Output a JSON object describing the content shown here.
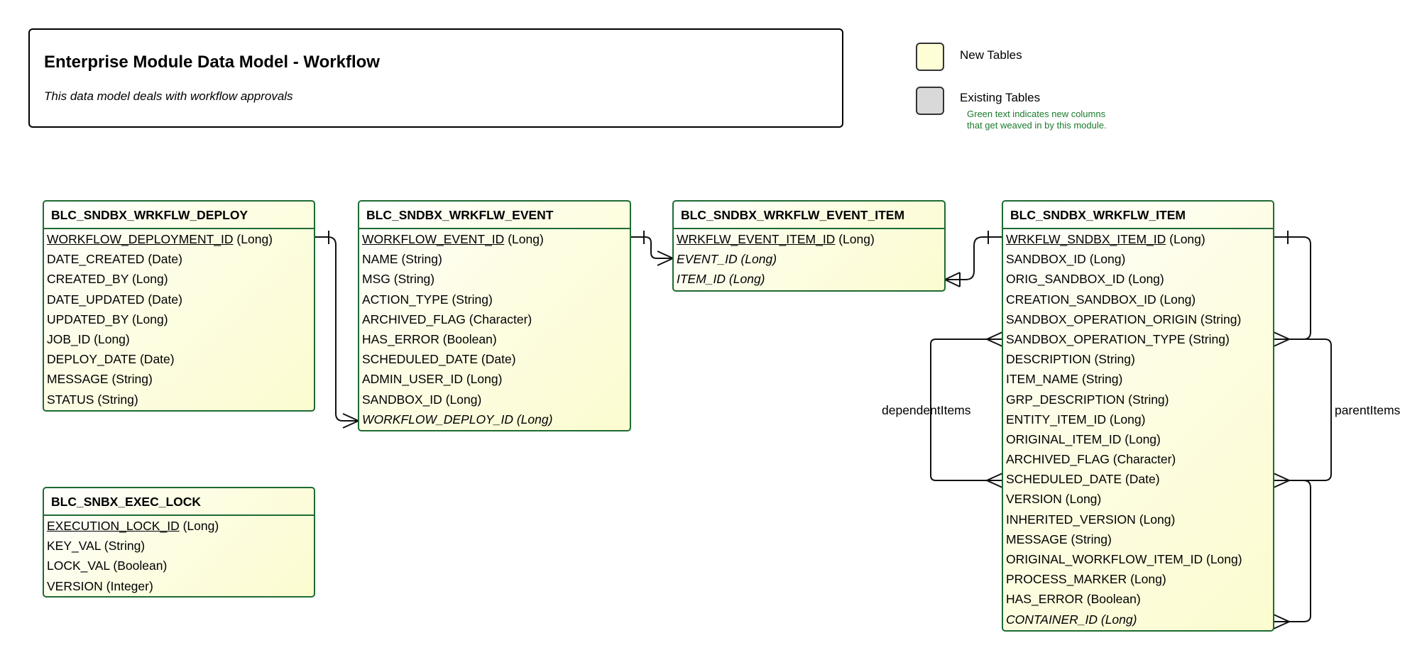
{
  "header": {
    "title": "Enterprise Module Data Model - Workflow",
    "subtitle": "This data model deals with workflow approvals"
  },
  "legend": {
    "new_label": "New Tables",
    "existing_label": "Existing Tables",
    "note_line1": "Green text indicates new columns",
    "note_line2": "that get weaved in by this module.",
    "new_color": "#fdfdd6",
    "existing_color": "#d9d9d9",
    "note_color": "#1b7a2e"
  },
  "tables": [
    {
      "id": "deploy",
      "name": "BLC_SNDBX_WRKFLW_DEPLOY",
      "columns": [
        {
          "name": "WORKFLOW_DEPLOYMENT_ID",
          "type": "(Long)",
          "pk": true
        },
        {
          "name": "DATE_CREATED",
          "type": "(Date)"
        },
        {
          "name": "CREATED_BY",
          "type": "(Long)"
        },
        {
          "name": "DATE_UPDATED",
          "type": "(Date)"
        },
        {
          "name": "UPDATED_BY",
          "type": "(Long)"
        },
        {
          "name": "JOB_ID",
          "type": "(Long)"
        },
        {
          "name": "DEPLOY_DATE",
          "type": "(Date)"
        },
        {
          "name": "MESSAGE",
          "type": "(String)"
        },
        {
          "name": "STATUS",
          "type": "(String)"
        }
      ]
    },
    {
      "id": "event",
      "name": "BLC_SNDBX_WRKFLW_EVENT",
      "columns": [
        {
          "name": "WORKFLOW_EVENT_ID",
          "type": "(Long)",
          "pk": true
        },
        {
          "name": "NAME",
          "type": "(String)"
        },
        {
          "name": "MSG",
          "type": "(String)"
        },
        {
          "name": "ACTION_TYPE",
          "type": "(String)"
        },
        {
          "name": "ARCHIVED_FLAG",
          "type": "(Character)"
        },
        {
          "name": "HAS_ERROR",
          "type": "(Boolean)"
        },
        {
          "name": "SCHEDULED_DATE",
          "type": "(Date)"
        },
        {
          "name": "ADMIN_USER_ID",
          "type": "(Long)"
        },
        {
          "name": "SANDBOX_ID",
          "type": "(Long)"
        },
        {
          "name": "WORKFLOW_DEPLOY_ID",
          "type": "(Long)",
          "fk": true
        }
      ]
    },
    {
      "id": "event_item",
      "name": "BLC_SNDBX_WRKFLW_EVENT_ITEM",
      "columns": [
        {
          "name": "WRKFLW_EVENT_ITEM_ID",
          "type": "(Long)",
          "pk": true
        },
        {
          "name": "EVENT_ID",
          "type": "(Long)",
          "fk": true
        },
        {
          "name": "ITEM_ID",
          "type": "(Long)",
          "fk": true
        }
      ]
    },
    {
      "id": "item",
      "name": "BLC_SNDBX_WRKFLW_ITEM",
      "columns": [
        {
          "name": "WRKFLW_SNDBX_ITEM_ID",
          "type": "(Long)",
          "pk": true
        },
        {
          "name": "SANDBOX_ID",
          "type": "(Long)"
        },
        {
          "name": "ORIG_SANDBOX_ID",
          "type": "(Long)"
        },
        {
          "name": "CREATION_SANDBOX_ID",
          "type": "(Long)"
        },
        {
          "name": "SANDBOX_OPERATION_ORIGIN",
          "type": "(String)"
        },
        {
          "name": "SANDBOX_OPERATION_TYPE",
          "type": "(String)"
        },
        {
          "name": "DESCRIPTION",
          "type": "(String)"
        },
        {
          "name": "ITEM_NAME",
          "type": "(String)"
        },
        {
          "name": "GRP_DESCRIPTION",
          "type": "(String)"
        },
        {
          "name": "ENTITY_ITEM_ID",
          "type": "(Long)"
        },
        {
          "name": "ORIGINAL_ITEM_ID",
          "type": "(Long)"
        },
        {
          "name": "ARCHIVED_FLAG",
          "type": "(Character)"
        },
        {
          "name": "SCHEDULED_DATE",
          "type": "(Date)"
        },
        {
          "name": "VERSION",
          "type": "(Long)"
        },
        {
          "name": "INHERITED_VERSION",
          "type": "(Long)"
        },
        {
          "name": "MESSAGE",
          "type": "(String)"
        },
        {
          "name": "ORIGINAL_WORKFLOW_ITEM_ID",
          "type": "(Long)"
        },
        {
          "name": "PROCESS_MARKER",
          "type": "(Long)"
        },
        {
          "name": "HAS_ERROR",
          "type": "(Boolean)"
        },
        {
          "name": "CONTAINER_ID",
          "type": "(Long)",
          "fk": true
        }
      ]
    },
    {
      "id": "lock",
      "name": "BLC_SNBX_EXEC_LOCK",
      "columns": [
        {
          "name": "EXECUTION_LOCK_ID",
          "type": "(Long)",
          "pk": true
        },
        {
          "name": "KEY_VAL",
          "type": "(String)"
        },
        {
          "name": "LOCK_VAL",
          "type": "(Boolean)"
        },
        {
          "name": "VERSION",
          "type": "(Integer)"
        }
      ]
    }
  ],
  "relationships": {
    "dependent_label": "dependentItems",
    "parent_label": "parentItems"
  }
}
